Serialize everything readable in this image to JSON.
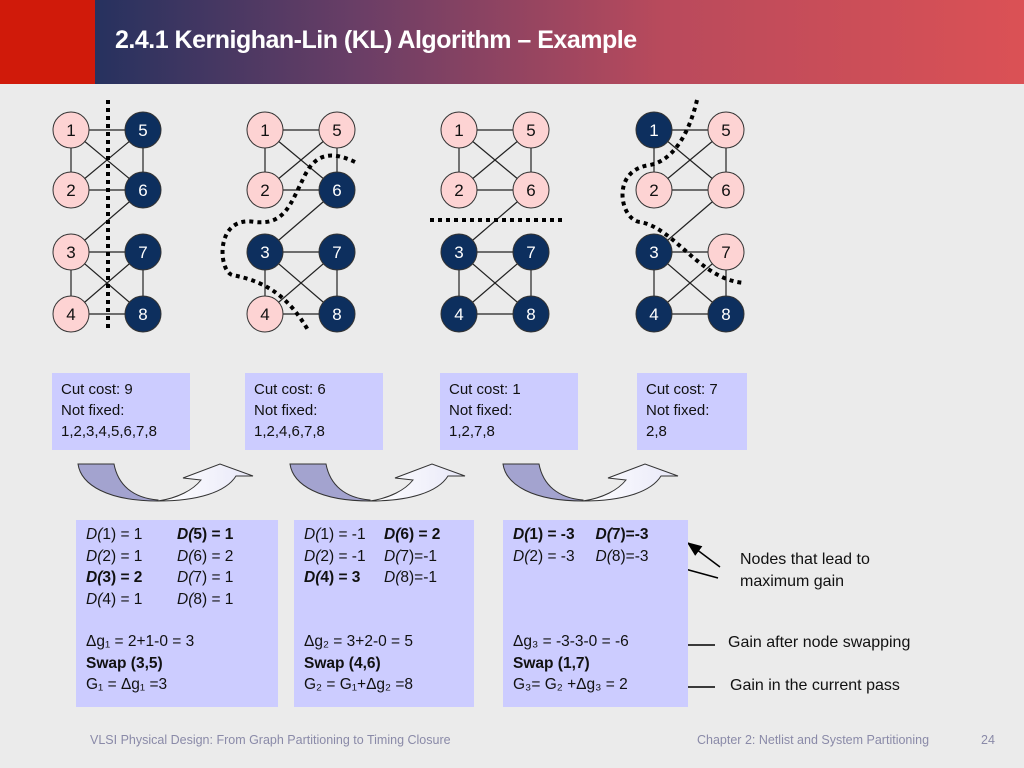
{
  "title": "2.4.1  Kernighan-Lin (KL) Algorithm – Example",
  "colors": {
    "side_a": "#fdd3d3",
    "side_b": "#0d2f5e",
    "box": "#ccccff"
  },
  "edges": [
    [
      1,
      5
    ],
    [
      1,
      2
    ],
    [
      1,
      6
    ],
    [
      2,
      5
    ],
    [
      2,
      6
    ],
    [
      5,
      6
    ],
    [
      6,
      3
    ],
    [
      3,
      7
    ],
    [
      3,
      4
    ],
    [
      3,
      8
    ],
    [
      4,
      7
    ],
    [
      4,
      8
    ],
    [
      7,
      8
    ]
  ],
  "graphs": [
    {
      "dark_nodes": [
        5,
        6,
        7,
        8
      ],
      "cut_label": "Cut cost: 9",
      "fixed_label": "Not fixed:",
      "fixed_nodes": "1,2,3,4,5,6,7,8"
    },
    {
      "dark_nodes": [
        3,
        6,
        7,
        8
      ],
      "cut_label": "Cut cost: 6",
      "fixed_label": "Not fixed:",
      "fixed_nodes": "1,2,4,6,7,8"
    },
    {
      "dark_nodes": [
        3,
        4,
        7,
        8
      ],
      "cut_label": "Cut cost: 1",
      "fixed_label": "Not fixed:",
      "fixed_nodes": "1,2,7,8"
    },
    {
      "dark_nodes": [
        1,
        3,
        4,
        8
      ],
      "cut_label": "Cut cost: 7",
      "fixed_label": "Not fixed:",
      "fixed_nodes": "2,8"
    }
  ],
  "steps": [
    {
      "rows": [
        [
          {
            "t": "D(1) = 1",
            "b": false
          },
          {
            "t": "D(5) = 1",
            "b": true
          }
        ],
        [
          {
            "t": "D(2) = 1",
            "b": false
          },
          {
            "t": "D(6) = 2",
            "b": false
          }
        ],
        [
          {
            "t": "D(3) = 2",
            "b": true
          },
          {
            "t": "D(7) = 1",
            "b": false
          }
        ],
        [
          {
            "t": "D(4) = 1",
            "b": false
          },
          {
            "t": "D(8) = 1",
            "b": false
          }
        ]
      ],
      "delta": "Δg₁ = 2+1-0 = 3",
      "swap": "Swap (3,5)",
      "gain": " G₁ = Δg₁ =3"
    },
    {
      "rows": [
        [
          {
            "t": "D(1) = -1",
            "b": false
          },
          {
            "t": "D(6) = 2",
            "b": true
          }
        ],
        [
          {
            "t": "D(2) = -1",
            "b": false
          },
          {
            "t": "D(7)=-1",
            "b": false
          }
        ],
        [
          {
            "t": "D(4) = 3",
            "b": true
          },
          {
            "t": "D(8)=-1",
            "b": false
          }
        ]
      ],
      "delta": "Δg₂ = 3+2-0 = 5",
      "swap": "Swap (4,6)",
      "gain": "G₂ = G₁+Δg₂ =8"
    },
    {
      "rows": [
        [
          {
            "t": "D(1) = -3",
            "b": true
          },
          {
            "t": "D(7)=-3",
            "b": true
          }
        ],
        [
          {
            "t": "D(2) = -3",
            "b": false
          },
          {
            "t": "D(8)=-3",
            "b": false
          }
        ]
      ],
      "delta": "Δg₃ = -3-3-0 = -6",
      "swap": "Swap (1,7)",
      "gain": "G₃= G₂ +Δg₃ = 2"
    }
  ],
  "notes": {
    "max_gain": "Nodes that lead to maximum gain",
    "swap_gain": "Gain after node swapping",
    "pass_gain": "Gain in the current pass"
  },
  "footer": {
    "left": "VLSI Physical Design: From Graph Partitioning to Timing Closure",
    "right": "Chapter 2: Netlist and System Partitioning",
    "page": "24"
  }
}
